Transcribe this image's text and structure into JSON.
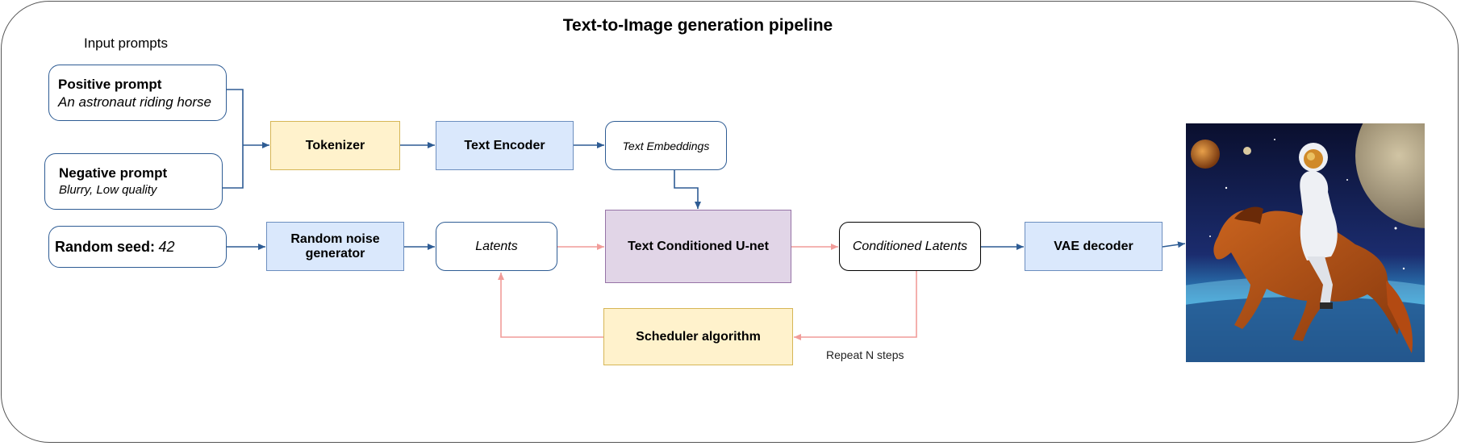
{
  "diagram": {
    "title": "Text-to-Image generation pipeline",
    "input_prompts_label": "Input prompts",
    "positive_prompt": {
      "title": "Positive prompt",
      "text": "An astronaut riding horse"
    },
    "negative_prompt": {
      "title": "Negative prompt",
      "text": "Blurry, Low quality"
    },
    "random_seed": {
      "label": "Random seed:",
      "value": "42"
    },
    "nodes": {
      "tokenizer": "Tokenizer",
      "text_encoder": "Text Encoder",
      "text_embeddings": "Text Embeddings",
      "random_noise_generator": "Random noise generator",
      "latents": "Latents",
      "unet": "Text Conditioned U-net",
      "conditioned_latents": "Conditioned Latents",
      "vae_decoder": "VAE decoder",
      "scheduler": "Scheduler algorithm"
    },
    "repeat_label": "Repeat N steps",
    "colors": {
      "flow_arrow": "#2e5c94",
      "loop_arrow": "#f19c99",
      "yellow_fill": "#fff2cc",
      "blue_fill": "#dae8fc",
      "purple_fill": "#e1d5e7"
    },
    "output_image": "astronaut-riding-horse-in-space"
  }
}
